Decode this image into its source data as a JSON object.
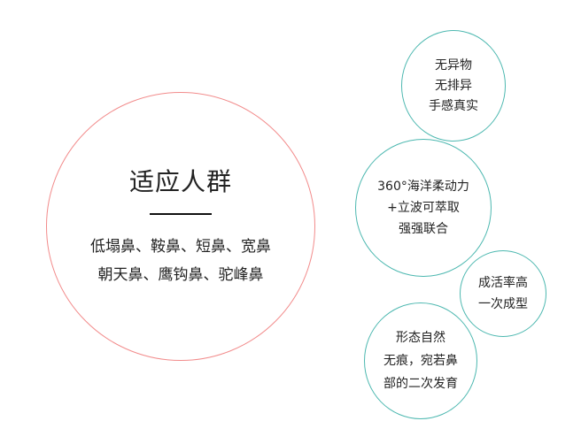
{
  "main": {
    "title": "适应人群",
    "lines": [
      "低塌鼻、鞍鼻、短鼻、宽鼻",
      "朝天鼻、鹰钩鼻、驼峰鼻"
    ]
  },
  "features": [
    {
      "lines": [
        "无异物",
        "无排异",
        "手感真实"
      ]
    },
    {
      "lines": [
        "360°海洋柔动力",
        "+立波可萃取",
        "强强联合"
      ]
    },
    {
      "lines": [
        "成活率高",
        "一次成型"
      ]
    },
    {
      "lines": [
        "形态自然",
        "无痕，宛若鼻",
        "部的二次发育"
      ]
    }
  ],
  "colors": {
    "main_circle_border": "#f28b8b",
    "feature_circle_border": "#4db8b0",
    "divider": "#111111"
  }
}
